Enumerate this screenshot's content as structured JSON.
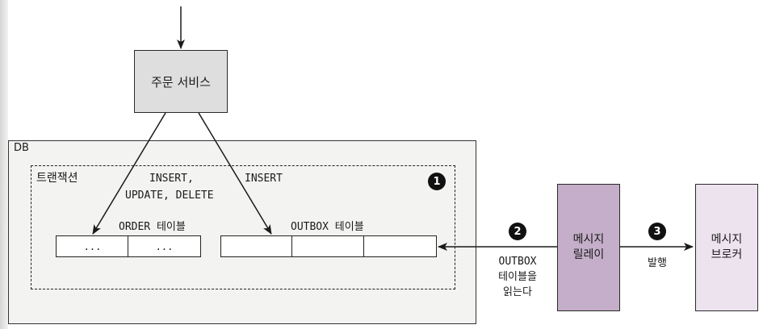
{
  "order_service": {
    "label": "주문 서비스"
  },
  "db": {
    "label": "DB",
    "transaction": {
      "label": "트랜잭션",
      "badge": "1",
      "order_table": {
        "label": "ORDER 테이블",
        "cells": [
          "...",
          "..."
        ]
      },
      "outbox_table": {
        "label": "OUTBOX 테이블",
        "cells": [
          "",
          "",
          ""
        ]
      }
    }
  },
  "arrows": {
    "to_order": {
      "lines": [
        "INSERT,",
        "UPDATE, DELETE"
      ]
    },
    "to_outbox": {
      "label": "INSERT"
    }
  },
  "relay": {
    "lines": [
      "메시지",
      "릴레이"
    ]
  },
  "broker": {
    "lines": [
      "메시지",
      "브로커"
    ]
  },
  "step2": {
    "badge": "2",
    "lines": [
      "OUTBOX",
      "테이블을",
      "읽는다"
    ]
  },
  "step3": {
    "badge": "3",
    "label": "발행"
  }
}
